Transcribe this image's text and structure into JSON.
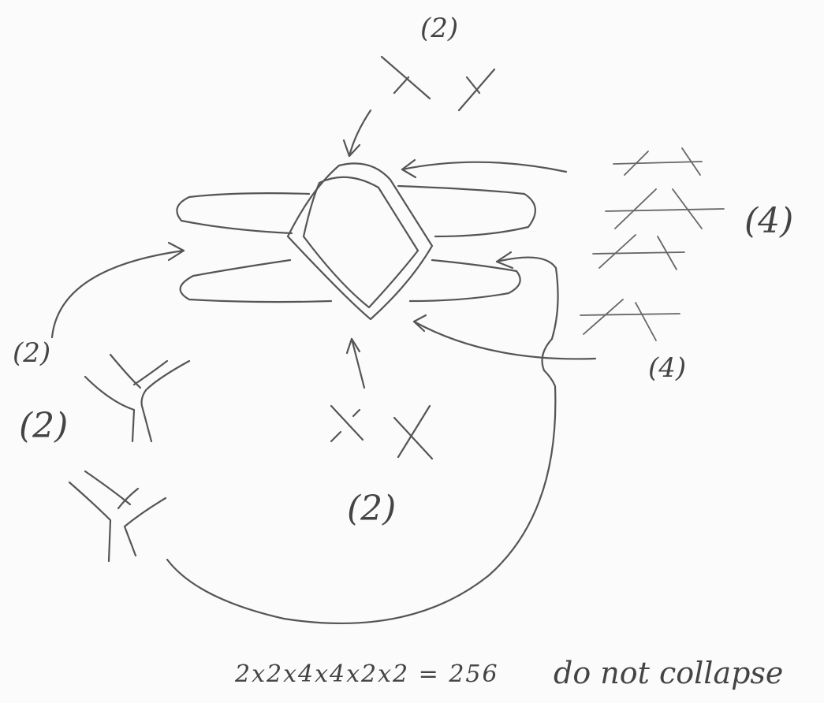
{
  "labels": {
    "top": "(2)",
    "right_big": "(4)",
    "right_small": "(4)",
    "left_upper": "(2)",
    "left_lower": "(2)",
    "bottom_center": "(2)"
  },
  "formula": {
    "expression": "2x2x4x4x2x2 = 256",
    "note": "do not collapse"
  },
  "colors": {
    "ink": "#555555",
    "paper": "#fbfbfb"
  }
}
